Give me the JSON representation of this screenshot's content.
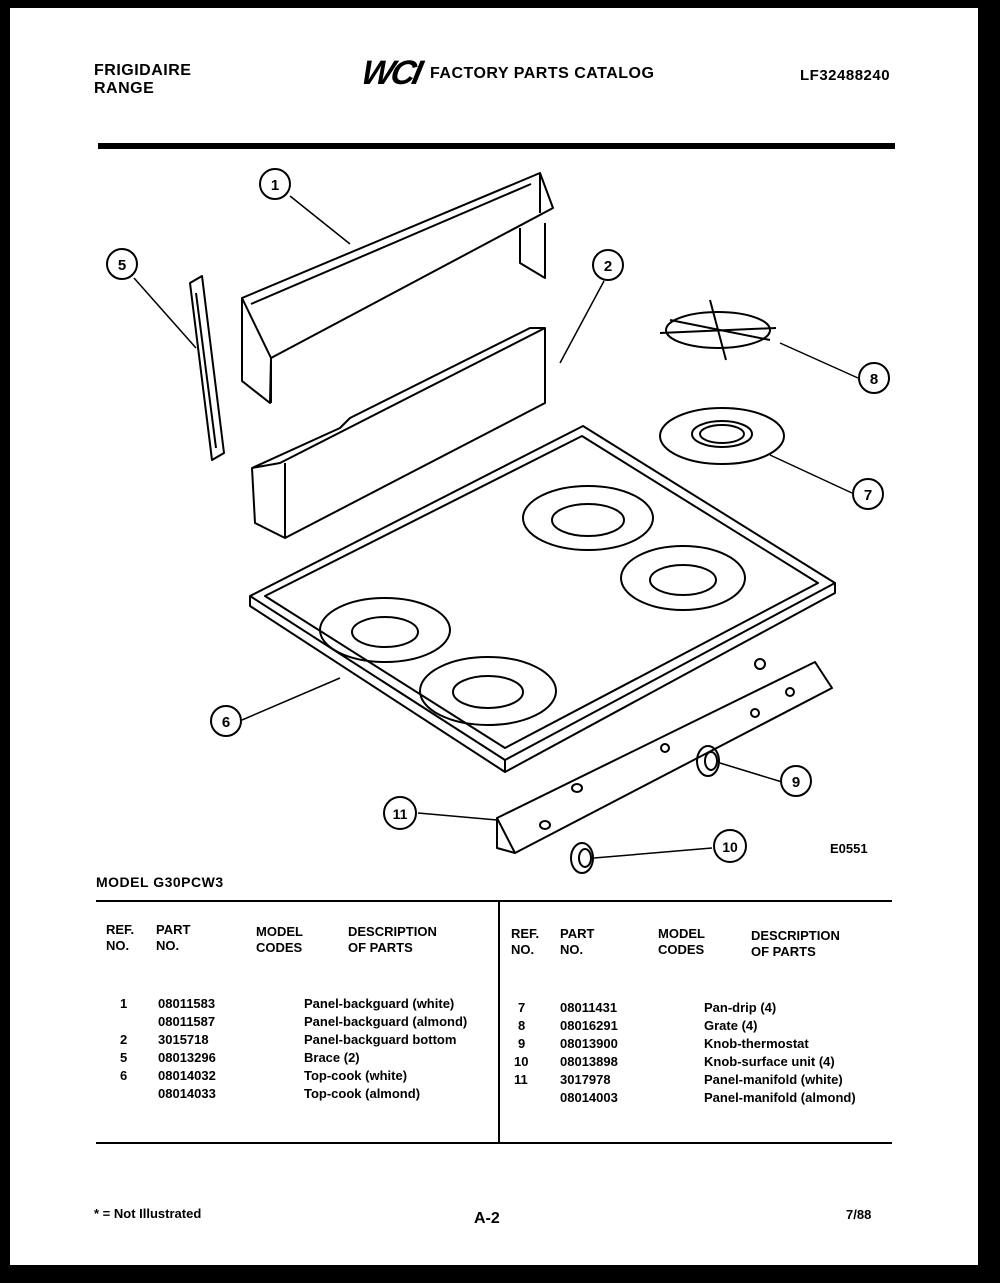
{
  "header": {
    "brand_line1": "FRIGIDAIRE",
    "brand_line2": "RANGE",
    "logo": "WCI",
    "catalog_title": "FACTORY PARTS CATALOG",
    "catalog_number": "LF32488240"
  },
  "diagram": {
    "figure_code": "E0551",
    "callouts": [
      "1",
      "2",
      "5",
      "6",
      "7",
      "8",
      "9",
      "10",
      "11"
    ]
  },
  "model": "MODEL G30PCW3",
  "table": {
    "headers": {
      "ref": [
        "REF.",
        "NO."
      ],
      "part": [
        "PART",
        "NO."
      ],
      "model": [
        "MODEL",
        "CODES"
      ],
      "desc": [
        "DESCRIPTION",
        "OF PARTS"
      ]
    },
    "left_rows": [
      {
        "ref": "1",
        "part": "08011583",
        "desc": "Panel-backguard (white)"
      },
      {
        "ref": "",
        "part": "08011587",
        "desc": "Panel-backguard (almond)"
      },
      {
        "ref": "2",
        "part": "3015718",
        "desc": "Panel-backguard bottom"
      },
      {
        "ref": "5",
        "part": "08013296",
        "desc": "Brace (2)"
      },
      {
        "ref": "6",
        "part": "08014032",
        "desc": "Top-cook (white)"
      },
      {
        "ref": "",
        "part": "08014033",
        "desc": "Top-cook (almond)"
      }
    ],
    "right_rows": [
      {
        "ref": "7",
        "part": "08011431",
        "desc": "Pan-drip (4)"
      },
      {
        "ref": "8",
        "part": "08016291",
        "desc": "Grate (4)"
      },
      {
        "ref": "9",
        "part": "08013900",
        "desc": "Knob-thermostat"
      },
      {
        "ref": "10",
        "part": "08013898",
        "desc": "Knob-surface unit (4)"
      },
      {
        "ref": "11",
        "part": "3017978",
        "desc": "Panel-manifold (white)"
      },
      {
        "ref": "",
        "part": "08014003",
        "desc": "Panel-manifold (almond)"
      }
    ]
  },
  "footer": {
    "footnote": "* = Not Illustrated",
    "page_number": "A-2",
    "issue_date": "7/88"
  }
}
